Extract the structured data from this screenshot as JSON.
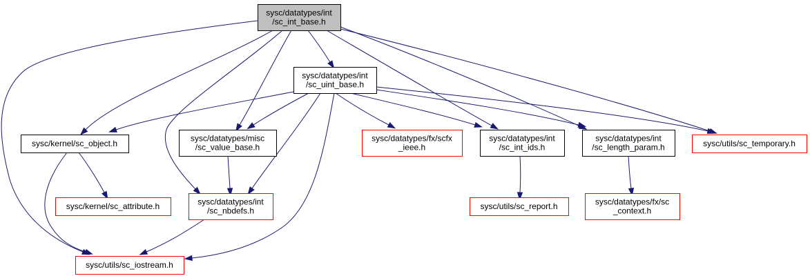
{
  "colors": {
    "edge": "#191970",
    "focus_fill": "#bfbfbf",
    "normal_border": "#000000",
    "missing_border": "#ff0000",
    "node_fill": "#ffffff"
  },
  "nodes": {
    "sc_int_base": {
      "lines": [
        "sysc/datatypes/int",
        "/sc_int_base.h"
      ],
      "kind": "focus"
    },
    "sc_uint_base": {
      "lines": [
        "sysc/datatypes/int",
        "/sc_uint_base.h"
      ],
      "kind": "normal"
    },
    "sc_object": {
      "lines": [
        "sysc/kernel/sc_object.h"
      ],
      "kind": "normal"
    },
    "sc_value_base": {
      "lines": [
        "sysc/datatypes/misc",
        "/sc_value_base.h"
      ],
      "kind": "normal"
    },
    "scfx_ieee": {
      "lines": [
        "sysc/datatypes/fx/scfx",
        "_ieee.h"
      ],
      "kind": "missing"
    },
    "sc_int_ids": {
      "lines": [
        "sysc/datatypes/int",
        "/sc_int_ids.h"
      ],
      "kind": "normal"
    },
    "sc_length_param": {
      "lines": [
        "sysc/datatypes/int",
        "/sc_length_param.h"
      ],
      "kind": "normal"
    },
    "sc_temporary": {
      "lines": [
        "sysc/utils/sc_temporary.h"
      ],
      "kind": "missing"
    },
    "sc_attribute": {
      "lines": [
        "sysc/kernel/sc_attribute.h"
      ],
      "kind": "missing"
    },
    "sc_nbdefs": {
      "lines": [
        "sysc/datatypes/int",
        "/sc_nbdefs.h"
      ],
      "kind": "missing"
    },
    "sc_report": {
      "lines": [
        "sysc/utils/sc_report.h"
      ],
      "kind": "missing"
    },
    "sc_context": {
      "lines": [
        "sysc/datatypes/fx/sc",
        "_context.h"
      ],
      "kind": "missing"
    },
    "sc_iostream": {
      "lines": [
        "sysc/utils/sc_iostream.h"
      ],
      "kind": "missing"
    }
  },
  "edges": [
    {
      "from": "sc_int_base",
      "to": "sc_uint_base"
    },
    {
      "from": "sc_int_base",
      "to": "sc_object"
    },
    {
      "from": "sc_int_base",
      "to": "sc_value_base"
    },
    {
      "from": "sc_int_base",
      "to": "sc_nbdefs"
    },
    {
      "from": "sc_int_base",
      "to": "sc_iostream"
    },
    {
      "from": "sc_int_base",
      "to": "sc_int_ids"
    },
    {
      "from": "sc_int_base",
      "to": "sc_length_param"
    },
    {
      "from": "sc_int_base",
      "to": "sc_temporary"
    },
    {
      "from": "sc_uint_base",
      "to": "sc_object"
    },
    {
      "from": "sc_uint_base",
      "to": "sc_value_base"
    },
    {
      "from": "sc_uint_base",
      "to": "sc_nbdefs"
    },
    {
      "from": "sc_uint_base",
      "to": "sc_iostream"
    },
    {
      "from": "sc_uint_base",
      "to": "scfx_ieee"
    },
    {
      "from": "sc_uint_base",
      "to": "sc_int_ids"
    },
    {
      "from": "sc_uint_base",
      "to": "sc_length_param"
    },
    {
      "from": "sc_uint_base",
      "to": "sc_temporary"
    },
    {
      "from": "sc_object",
      "to": "sc_attribute"
    },
    {
      "from": "sc_object",
      "to": "sc_iostream"
    },
    {
      "from": "sc_value_base",
      "to": "sc_nbdefs"
    },
    {
      "from": "sc_nbdefs",
      "to": "sc_iostream"
    },
    {
      "from": "sc_int_ids",
      "to": "sc_report"
    },
    {
      "from": "sc_length_param",
      "to": "sc_context"
    }
  ]
}
